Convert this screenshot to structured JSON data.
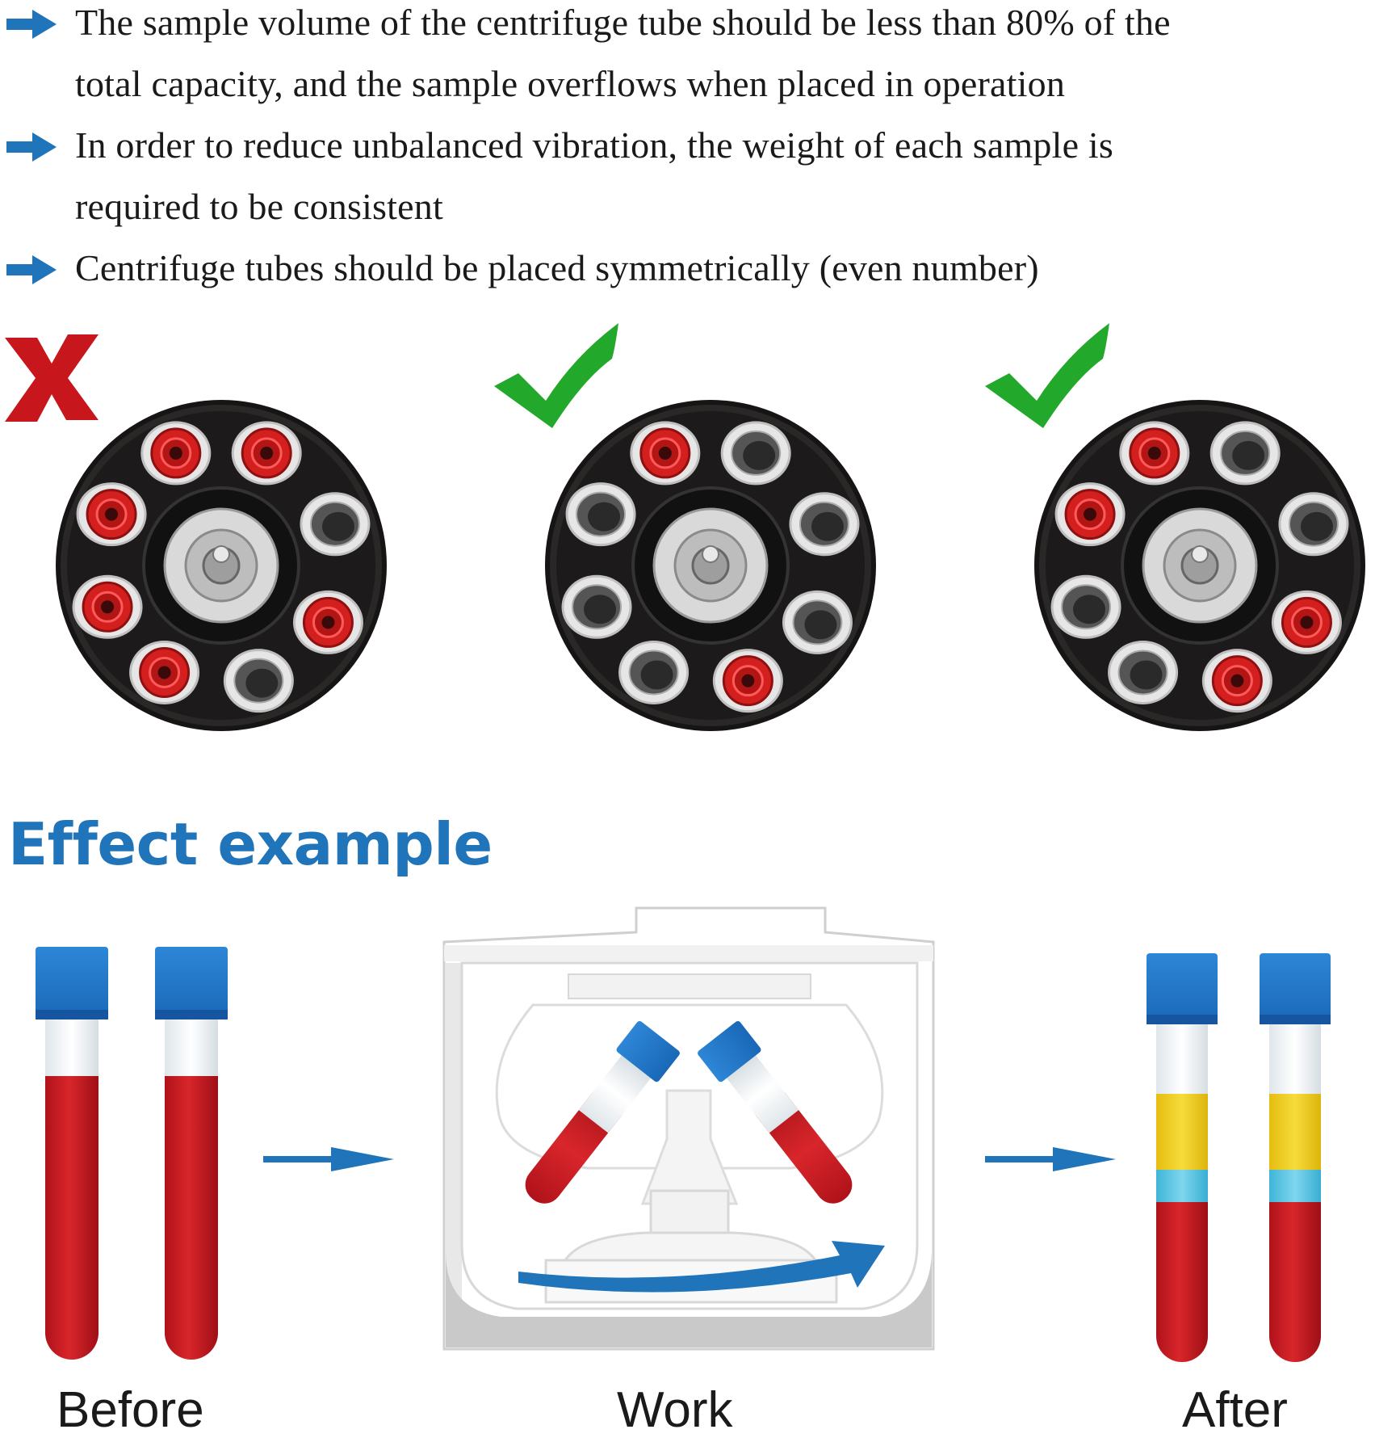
{
  "instructions": [
    {
      "line1": "The sample volume of the centrifuge tube should be less than 80% of the",
      "line2": "total capacity, and the sample overflows when placed in operation"
    },
    {
      "line1": "In order to reduce unbalanced vibration, the weight of each sample is",
      "line2": "required to be consistent"
    },
    {
      "line1": "Centrifuge tubes should be placed symmetrically (even number)",
      "line2": ""
    }
  ],
  "rotors": [
    {
      "placement": "incorrect",
      "mark": "cross-icon",
      "tubes_loaded": 6
    },
    {
      "placement": "correct",
      "mark": "check-icon",
      "tubes_loaded": 2
    },
    {
      "placement": "correct",
      "mark": "check-icon",
      "tubes_loaded": 4
    }
  ],
  "effect": {
    "title": "Effect example",
    "stages": [
      "Before",
      "Work",
      "After"
    ]
  },
  "colors": {
    "arrow_blue": "#1f74ba",
    "title_blue": "#1f74ba",
    "cross_red": "#c8161d",
    "check_green": "#22a82a",
    "tube_cap_red": "#d41f1f",
    "rotor_black": "#1c1a1a",
    "blood_red": "#c0151c",
    "cap_blue": "#1f74c8",
    "plasma_yellow": "#f1cf1e",
    "buffy_cyan": "#5ec8e6"
  }
}
